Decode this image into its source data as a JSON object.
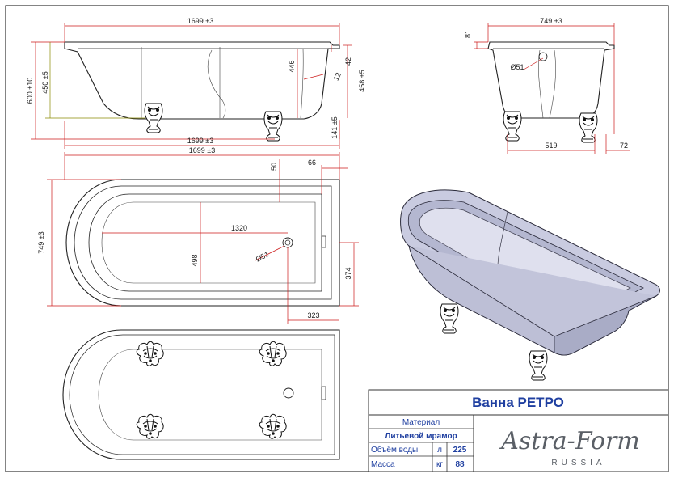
{
  "title_block": {
    "product_name": "Ванна РЕТРО",
    "material_label": "Материал",
    "material_value": "Литьевой мрамор",
    "volume_label": "Объём воды",
    "volume_unit": "л",
    "volume_value": "225",
    "mass_label": "Масса",
    "mass_unit": "кг",
    "mass_value": "88",
    "brand_name": "Astra-Form",
    "brand_country": "RUSSIA"
  },
  "dimensions": {
    "side_length_top": "1699 ±3",
    "side_length_bottom": "1699 ±3",
    "side_height_total": "600 ±10",
    "side_height_rim": "450 ±5",
    "side_depth_446": "446",
    "side_rim_42": "42",
    "side_angle_12": "12",
    "side_height_458": "458 ±5",
    "side_leg_141": "141 ±5",
    "end_width": "749 ±3",
    "end_rim_81": "81",
    "end_drain_d51": "Ø51",
    "end_leg_span": "519",
    "end_leg_72": "72",
    "top_width": "749 ±3",
    "top_inner_length": "1320",
    "top_inner_width": "498",
    "top_drain_d51": "Ø51",
    "top_offset_50": "50",
    "top_offset_66": "66",
    "top_drain_374": "374",
    "top_drain_323": "323"
  },
  "colors": {
    "frame": "#333333",
    "outline": "#222222",
    "dimension_line": "#cc1a1a",
    "dimension_alt": "#8a8a00",
    "render_body": "#c9cbe0",
    "title_text": "#1f3fa0",
    "logo": "#5a5f66"
  },
  "icons": [
    "claw-foot-icon",
    "drain-icon",
    "bathtub-render-icon",
    "astra-form-logo"
  ]
}
